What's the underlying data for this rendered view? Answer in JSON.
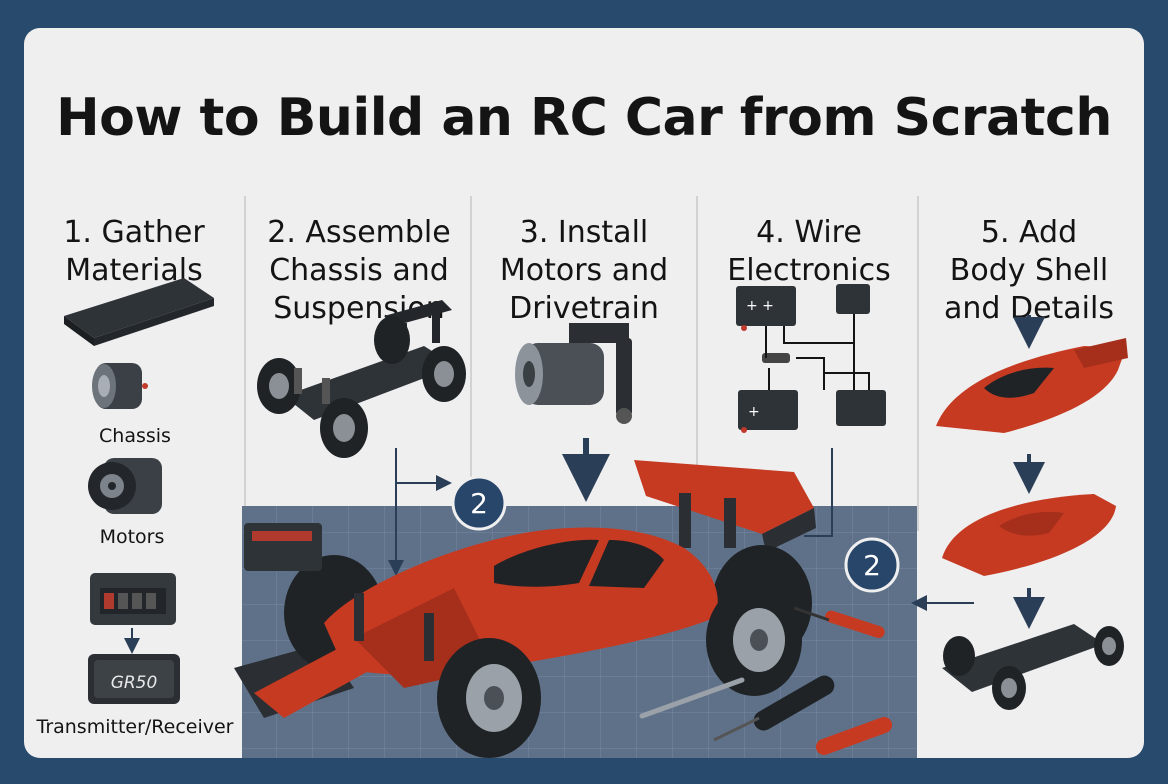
{
  "title": "How to Build an RC Car from Scratch",
  "steps": [
    {
      "line1": "1. Gather",
      "line2": "Materials",
      "line3": ""
    },
    {
      "line1": "2. Assemble",
      "line2": "Chassis and",
      "line3": "Suspension"
    },
    {
      "line1": "3. Install",
      "line2": "Motors and",
      "line3": "Drivetrain"
    },
    {
      "line1": "4. Wire",
      "line2": "Electronics",
      "line3": ""
    },
    {
      "line1": "5. Add",
      "line2": "Body Shell",
      "line3": "and Details"
    }
  ],
  "materials": {
    "chassis": "Chassis",
    "motors": "Motors",
    "transmitter": "Transmitter/Receiver",
    "battery_text": "GR50"
  },
  "badges": [
    "2",
    "2"
  ],
  "colors": {
    "background": "#274a6d",
    "panel": "#efeff0",
    "body_red": "#c63a22",
    "dark": "#2b2f33",
    "floor": "#5f7189",
    "badge": "#27466a"
  },
  "icons": [
    "chassis-plate-icon",
    "motor-icon",
    "battery-pack-icon",
    "receiver-icon",
    "circuit-icon",
    "car-body-icon",
    "screwdriver-icon",
    "arrow-down-icon"
  ]
}
